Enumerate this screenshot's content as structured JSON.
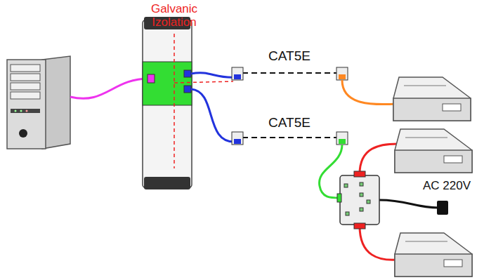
{
  "diagram": {
    "labels": [
      "Galvanic Izolation",
      "CAT5E",
      "CAT5E",
      "AC 220V"
    ]
  }
}
